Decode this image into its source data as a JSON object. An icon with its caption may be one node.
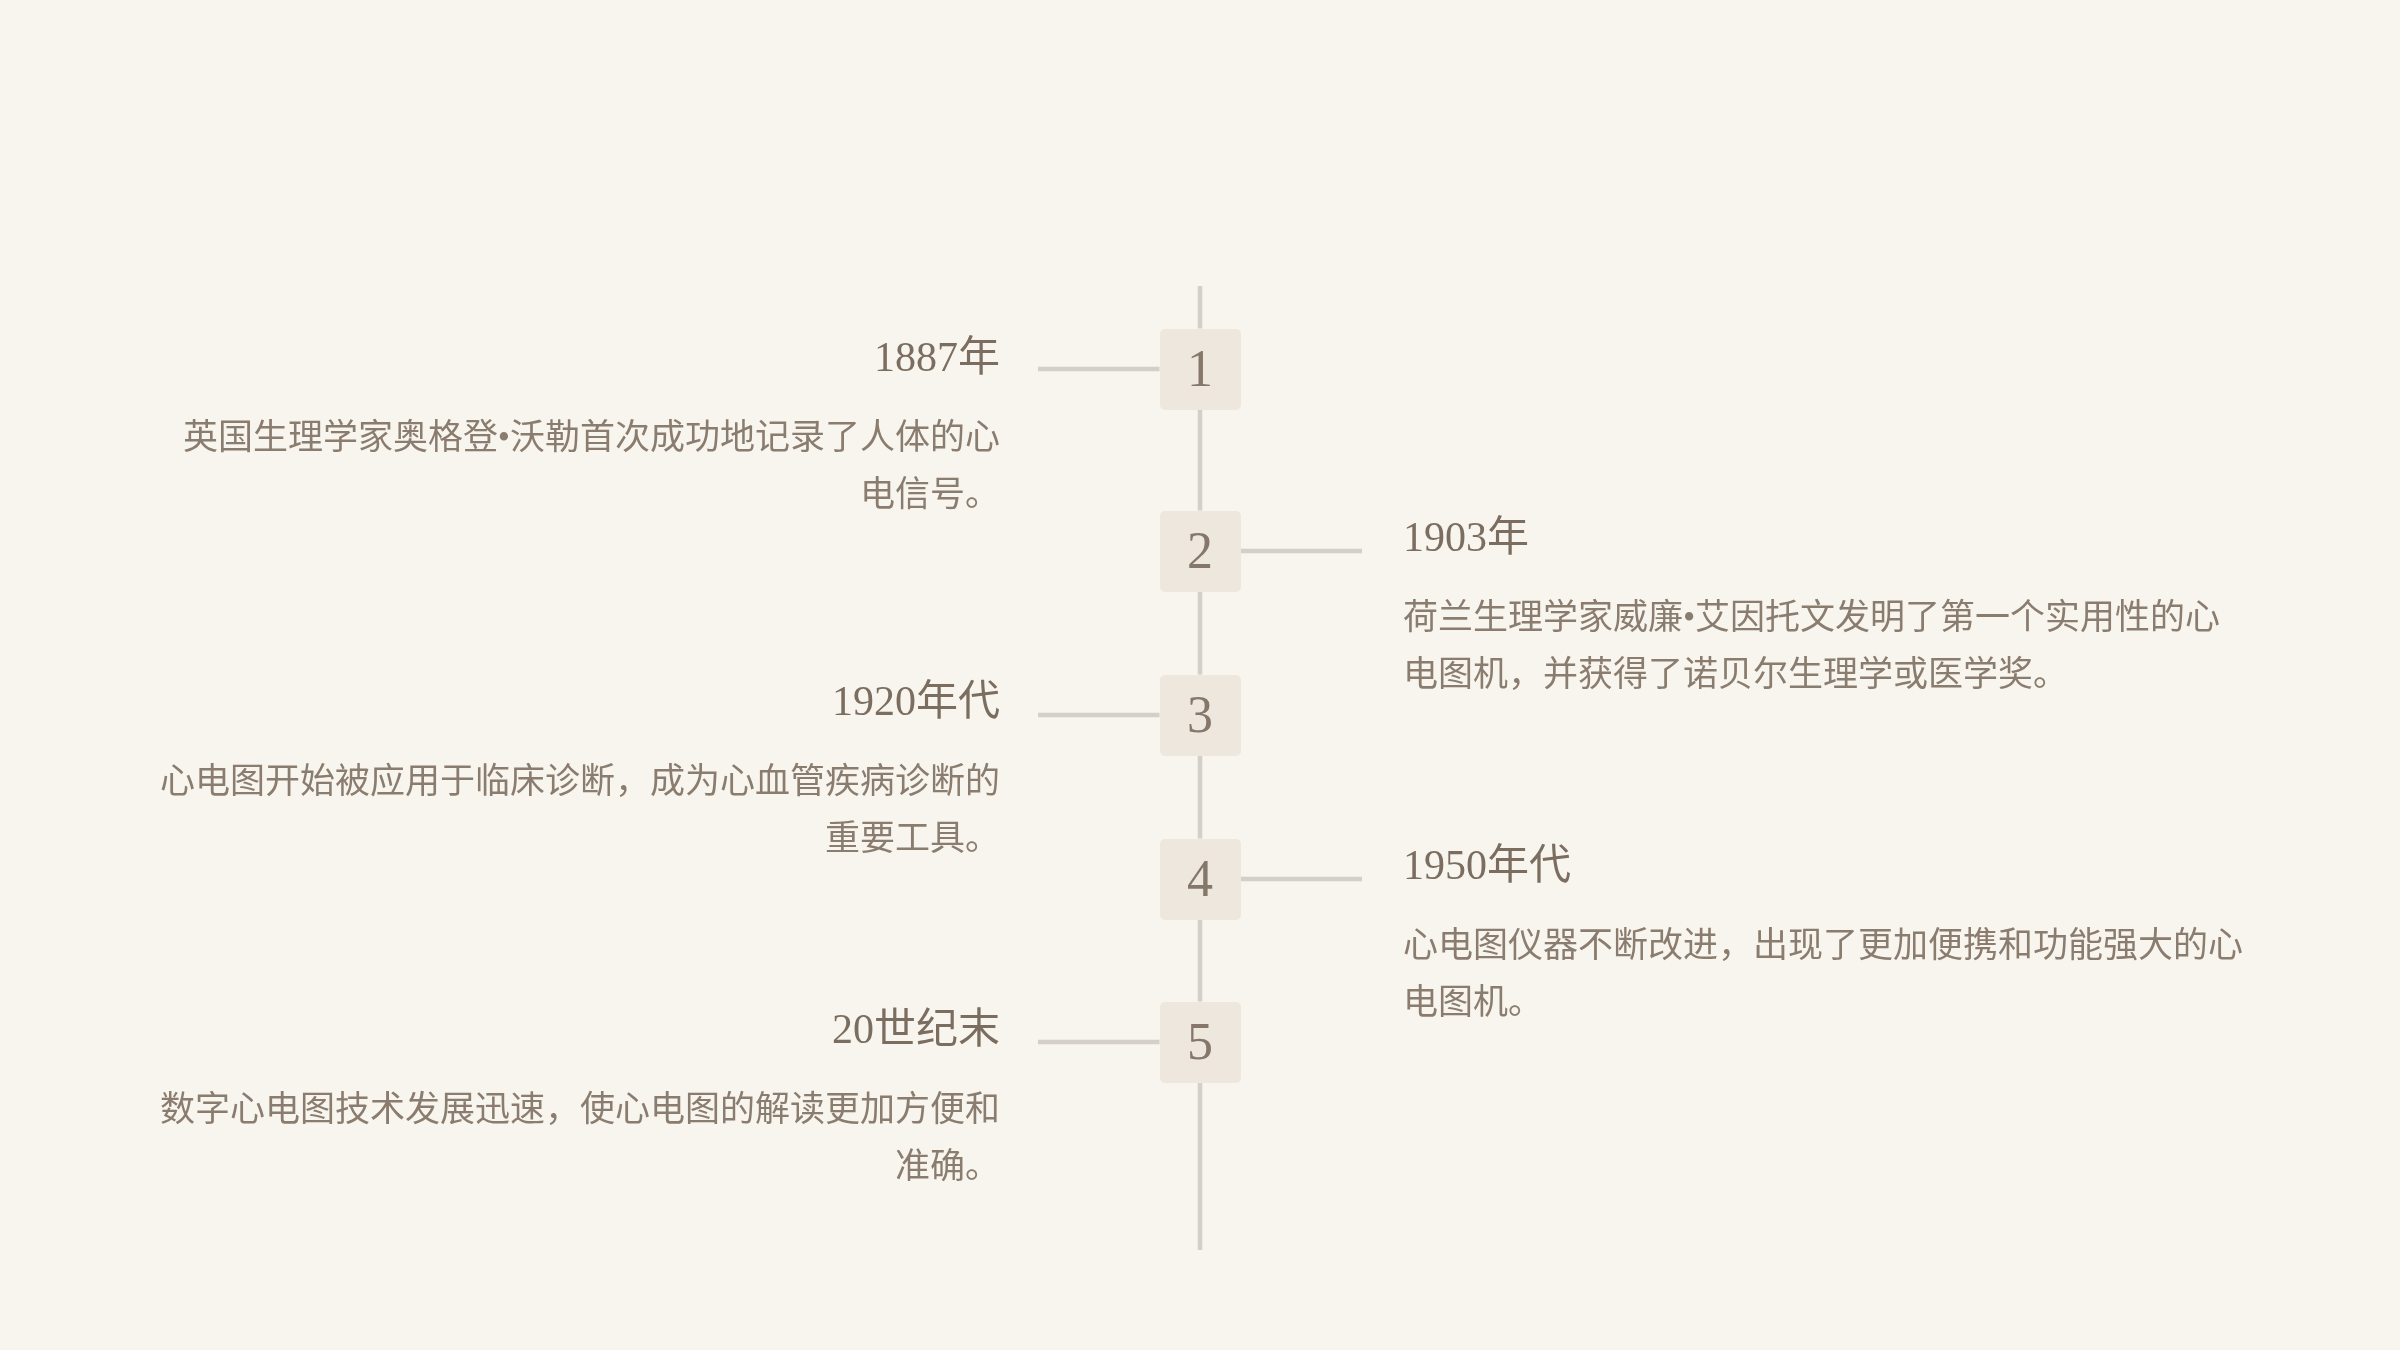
{
  "diagram": {
    "nodes": [
      {
        "text": [
          "1"
        ]
      },
      {
        "text": [
          "1887年",
          "英国生理学家奥格登•沃勒首次成功地记录了人体的心电信号。"
        ]
      },
      {
        "text": [
          "2"
        ]
      },
      {
        "text": [
          "1903年",
          "荷兰生理学家威廉•艾因托文发明了第一个实用性的心电图机，并获得了诺贝尔生理学或医学奖。"
        ]
      },
      {
        "text": [
          "3"
        ]
      },
      {
        "text": [
          "1920年代",
          "心电图开始被应用于临床诊断，成为心血管疾病诊断的重要工具。"
        ]
      },
      {
        "text": [
          "4"
        ]
      },
      {
        "text": [
          "1950年代",
          "心电图仪器不断改进，出现了更加便携和功能强大的心电图机。"
        ]
      },
      {
        "text": [
          "5"
        ]
      },
      {
        "text": [
          "20世纪末",
          "数字心电图技术发展迅速，使心电图的解读更加方便和准确。"
        ]
      }
    ],
    "edges": [
      {
        "from": null,
        "to": 0,
        "arrow": "none"
      },
      {
        "from": 0,
        "to": 1,
        "arrow": "none"
      },
      {
        "from": 0,
        "to": 2,
        "arrow": "none"
      },
      {
        "from": 2,
        "to": 3,
        "arrow": "none"
      },
      {
        "from": 2,
        "to": 4,
        "arrow": "none"
      },
      {
        "from": 4,
        "to": 5,
        "arrow": "none"
      },
      {
        "from": 4,
        "to": 6,
        "arrow": "none"
      },
      {
        "from": 6,
        "to": 7,
        "arrow": "none"
      },
      {
        "from": 6,
        "to": 8,
        "arrow": "none"
      },
      {
        "from": 8,
        "to": 9,
        "arrow": "none"
      },
      {
        "from": 8,
        "to": null,
        "arrow": "none"
      }
    ]
  }
}
